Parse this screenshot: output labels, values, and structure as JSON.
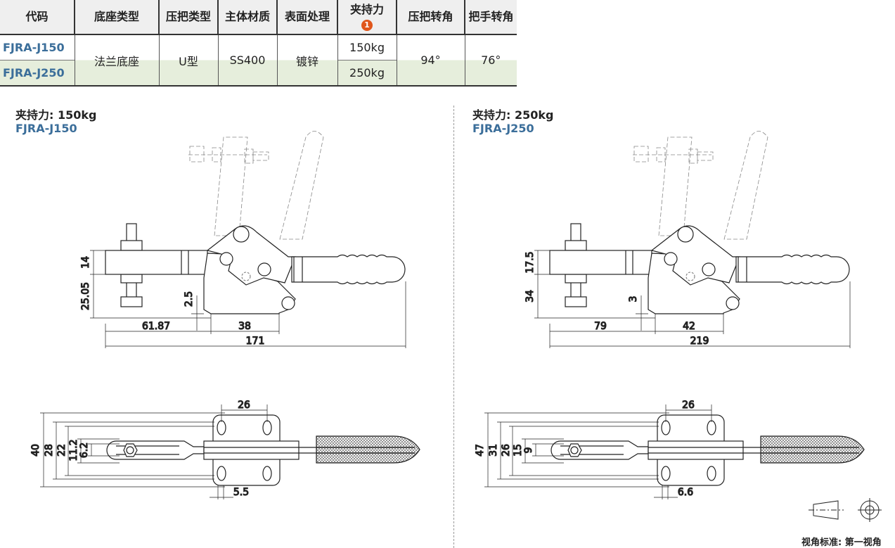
{
  "table": {
    "headers": [
      "代码",
      "底座类型",
      "压把类型",
      "主体材质",
      "表面处理",
      "夹持力",
      "压把转角",
      "把手转角"
    ],
    "badge": "1",
    "rows": [
      {
        "code": "FJRA-J150",
        "force": "150kg"
      },
      {
        "code": "FJRA-J250",
        "force": "250kg"
      }
    ],
    "base": "法兰底座",
    "handle_type": "U型",
    "material": "SS400",
    "finish": "镀锌",
    "lever_angle": "94°",
    "handle_angle": "76°"
  },
  "views": [
    {
      "caption": "夹持力: 150kg",
      "code": "FJRA-J150",
      "side": {
        "d1": "14",
        "d2": "25.05",
        "d3": "2.5",
        "d4": "61.87",
        "d5": "38",
        "d6": "171"
      },
      "top": {
        "t1": "40",
        "t2": "28",
        "t3": "22",
        "t4": "11.2",
        "t5": "6.2",
        "t6": "26",
        "t7": "5.5"
      }
    },
    {
      "caption": "夹持力: 250kg",
      "code": "FJRA-J250",
      "side": {
        "d1": "17.5",
        "d2": "34",
        "d3": "3",
        "d4": "79",
        "d5": "42",
        "d6": "219"
      },
      "top": {
        "t1": "47",
        "t2": "31",
        "t3": "26",
        "t4": "15",
        "t5": "9",
        "t6": "26",
        "t7": "6.6"
      }
    }
  ],
  "projection_standard": "视角标准: 第一视角"
}
